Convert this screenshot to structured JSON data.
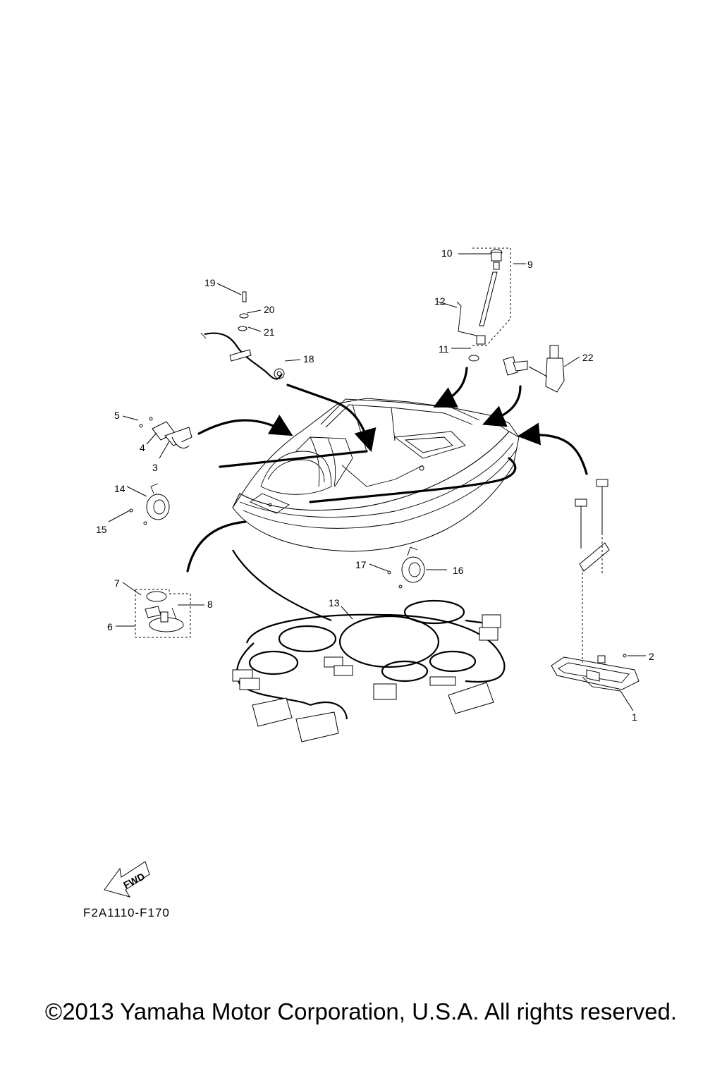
{
  "callouts": [
    "1",
    "2",
    "3",
    "4",
    "5",
    "6",
    "7",
    "8",
    "9",
    "10",
    "11",
    "12",
    "13",
    "14",
    "15",
    "16",
    "17",
    "18",
    "19",
    "20",
    "21",
    "22"
  ],
  "fwd_label": "FWD",
  "drawing_code": "F2A1110-F170",
  "copyright": "©2013 Yamaha Motor Corporation, U.S.A. All rights reserved."
}
